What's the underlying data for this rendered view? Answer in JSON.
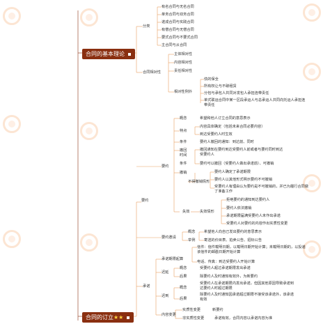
{
  "main_topics": {
    "theory": "合同的基本理论",
    "conclusion": "合同的订立",
    "conclusion_stars": "★★"
  },
  "theory": {
    "classification": "分类",
    "class_items": [
      "有名合同与无名合同",
      "单务合同与双务合同",
      "诺成合同与实践合同",
      "有偿合同与无偿合同",
      "要式合同与不要式合同",
      "主合同与从合同"
    ],
    "relativity": "合同相对性",
    "relativity_items": [
      "主体相对性",
      "内容相对性",
      "责任相对性"
    ],
    "exceptions": "相对性例外",
    "exception_items": [
      "债的保全",
      "所有权让与不破租赁",
      "分包与承包人共同对发包人承担连带责任",
      "单式联运合同中某一区段承运人与总承运人共同向托运人承担连带责任"
    ]
  },
  "offer": {
    "label": "要约",
    "concept": "概念",
    "concept_text": "希望和他人订立合同的意思表示",
    "features": "特点",
    "feature_items": [
      "内容具体确定（包括未来合同必要内容）",
      "到达受要约人时生效"
    ],
    "conditions": "条件",
    "conditions_text": "要约人撤回的通知：到达前、同时",
    "revocation": "撤回",
    "revocation_time": "时间",
    "revocation_time_text": "撤回通知在要约到达受要约人前或者与要约同时到达受要约人",
    "revocation_conditions": "条件",
    "revocation_conditions_text": "要约可以撤回（受要约人做出承诺前）、可撤销",
    "withdrawal": "撤销",
    "irrevocable": "不得撤销情形",
    "irrevocable_items": [
      "要约人确定了承诺期限",
      "要约人以其他形式明示要约不可撤销",
      "受要约人有理由认为要约是不可撤销的，并已为履行合同做了准备工作"
    ],
    "invalid": "失效",
    "invalid_label": "失效情形",
    "invalid_items": [
      "拒绝要约的通知到达要约人",
      "要约人依法撤销",
      "承诺期限届满受要约人未作出承诺",
      "受要约人对要约的内容作出实质性变更"
    ]
  },
  "invitation": {
    "label": "要约邀请",
    "concept": "概念",
    "concept_text": "希望他人向自己发出要约的意思表示",
    "examples": "举例",
    "examples_text": "寄送的价目表、拍卖公告、招标公告"
  },
  "acceptance": {
    "label": "承诺",
    "period": "承诺期限起算",
    "period_items": [
      "信件：信件载明日期，以载明日期开始计算；未载明日期的，以投递该信件的邮戳日期开始计算",
      "电话、传真：到达受要约人开始计算"
    ],
    "late": "迟延",
    "late_concept": "概念",
    "late_concept_text": "受要约人超过承诺期限发出承诺",
    "late_result": "后果",
    "late_result_text": "除要约人及时通知有效外，为新要约",
    "delay": "迟到",
    "delay_concept": "概念",
    "delay_concept_text": "受要约人在承诺期限内发出承诺，但因其他原因导致承诺到达要约人时超过期限",
    "delay_result": "后果",
    "delay_result_text": "除要约人及时通知因承诺超过期限不接受该承诺外，该承诺有效",
    "content_change": "内容变更",
    "substantive": "实质性变更",
    "substantive_text": "新要约",
    "non_substantive": "非实质性变更",
    "non_substantive_text": "承诺有效，合同内容以承诺内容为准",
    "conclusion_label": "要约"
  }
}
